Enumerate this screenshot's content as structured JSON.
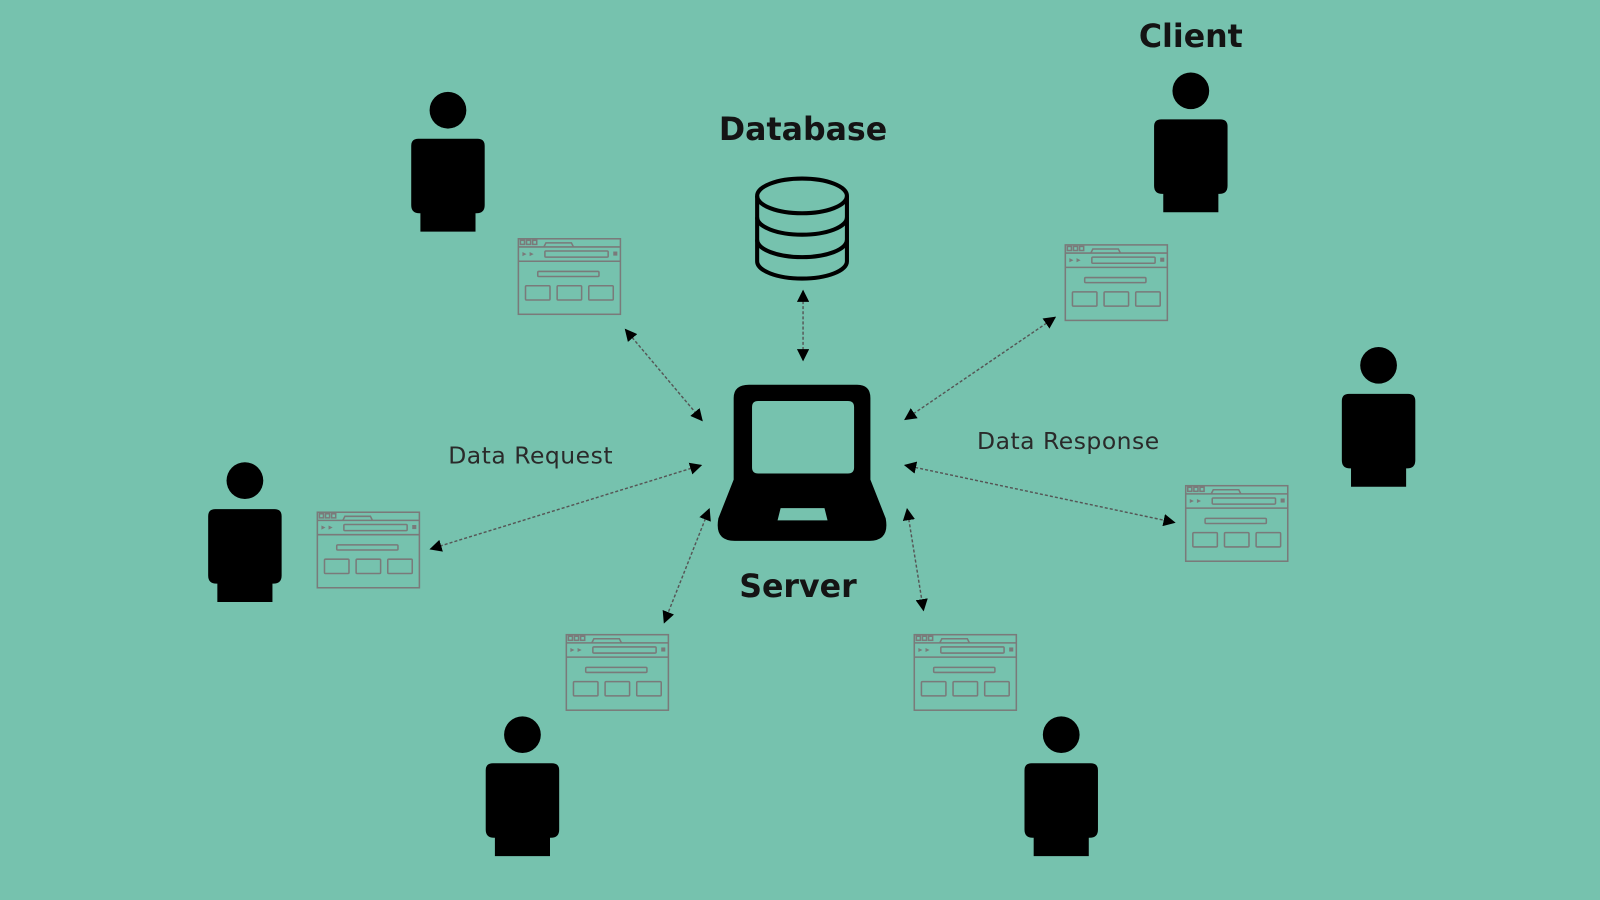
{
  "diagram": {
    "title": "Client-Server Architecture",
    "background_color": "#76c2ae",
    "icon_color": "#000000",
    "labels": {
      "client": "Client",
      "database": "Database",
      "server": "Server",
      "data_request": "Data Request",
      "data_response": "Data Response"
    },
    "nodes": [
      {
        "id": "database",
        "type": "database-icon",
        "label": "Database"
      },
      {
        "id": "server",
        "type": "laptop-icon",
        "label": "Server"
      },
      {
        "id": "client-top-left",
        "type": "person-icon",
        "label": ""
      },
      {
        "id": "client-top-right",
        "type": "person-icon",
        "label": "Client"
      },
      {
        "id": "client-right",
        "type": "person-icon",
        "label": ""
      },
      {
        "id": "client-left",
        "type": "person-icon",
        "label": ""
      },
      {
        "id": "client-bottom-left",
        "type": "person-icon",
        "label": ""
      },
      {
        "id": "client-bottom-right",
        "type": "person-icon",
        "label": ""
      }
    ],
    "browser_windows": [
      {
        "id": "browser-top-left",
        "client": "client-top-left"
      },
      {
        "id": "browser-top-right",
        "client": "client-top-right"
      },
      {
        "id": "browser-right",
        "client": "client-right"
      },
      {
        "id": "browser-left",
        "client": "client-left"
      },
      {
        "id": "browser-bottom-left",
        "client": "client-bottom-left"
      },
      {
        "id": "browser-bottom-right",
        "client": "client-bottom-right"
      }
    ],
    "edges": [
      {
        "from": "server",
        "to": "database",
        "direction": "bidirectional"
      },
      {
        "from": "server",
        "to": "browser-top-left",
        "direction": "bidirectional"
      },
      {
        "from": "server",
        "to": "browser-top-right",
        "direction": "bidirectional"
      },
      {
        "from": "server",
        "to": "browser-left",
        "direction": "bidirectional",
        "label": "Data Request"
      },
      {
        "from": "server",
        "to": "browser-right",
        "direction": "bidirectional",
        "label": "Data Response"
      },
      {
        "from": "server",
        "to": "browser-bottom-left",
        "direction": "bidirectional"
      },
      {
        "from": "server",
        "to": "browser-bottom-right",
        "direction": "bidirectional"
      }
    ]
  }
}
